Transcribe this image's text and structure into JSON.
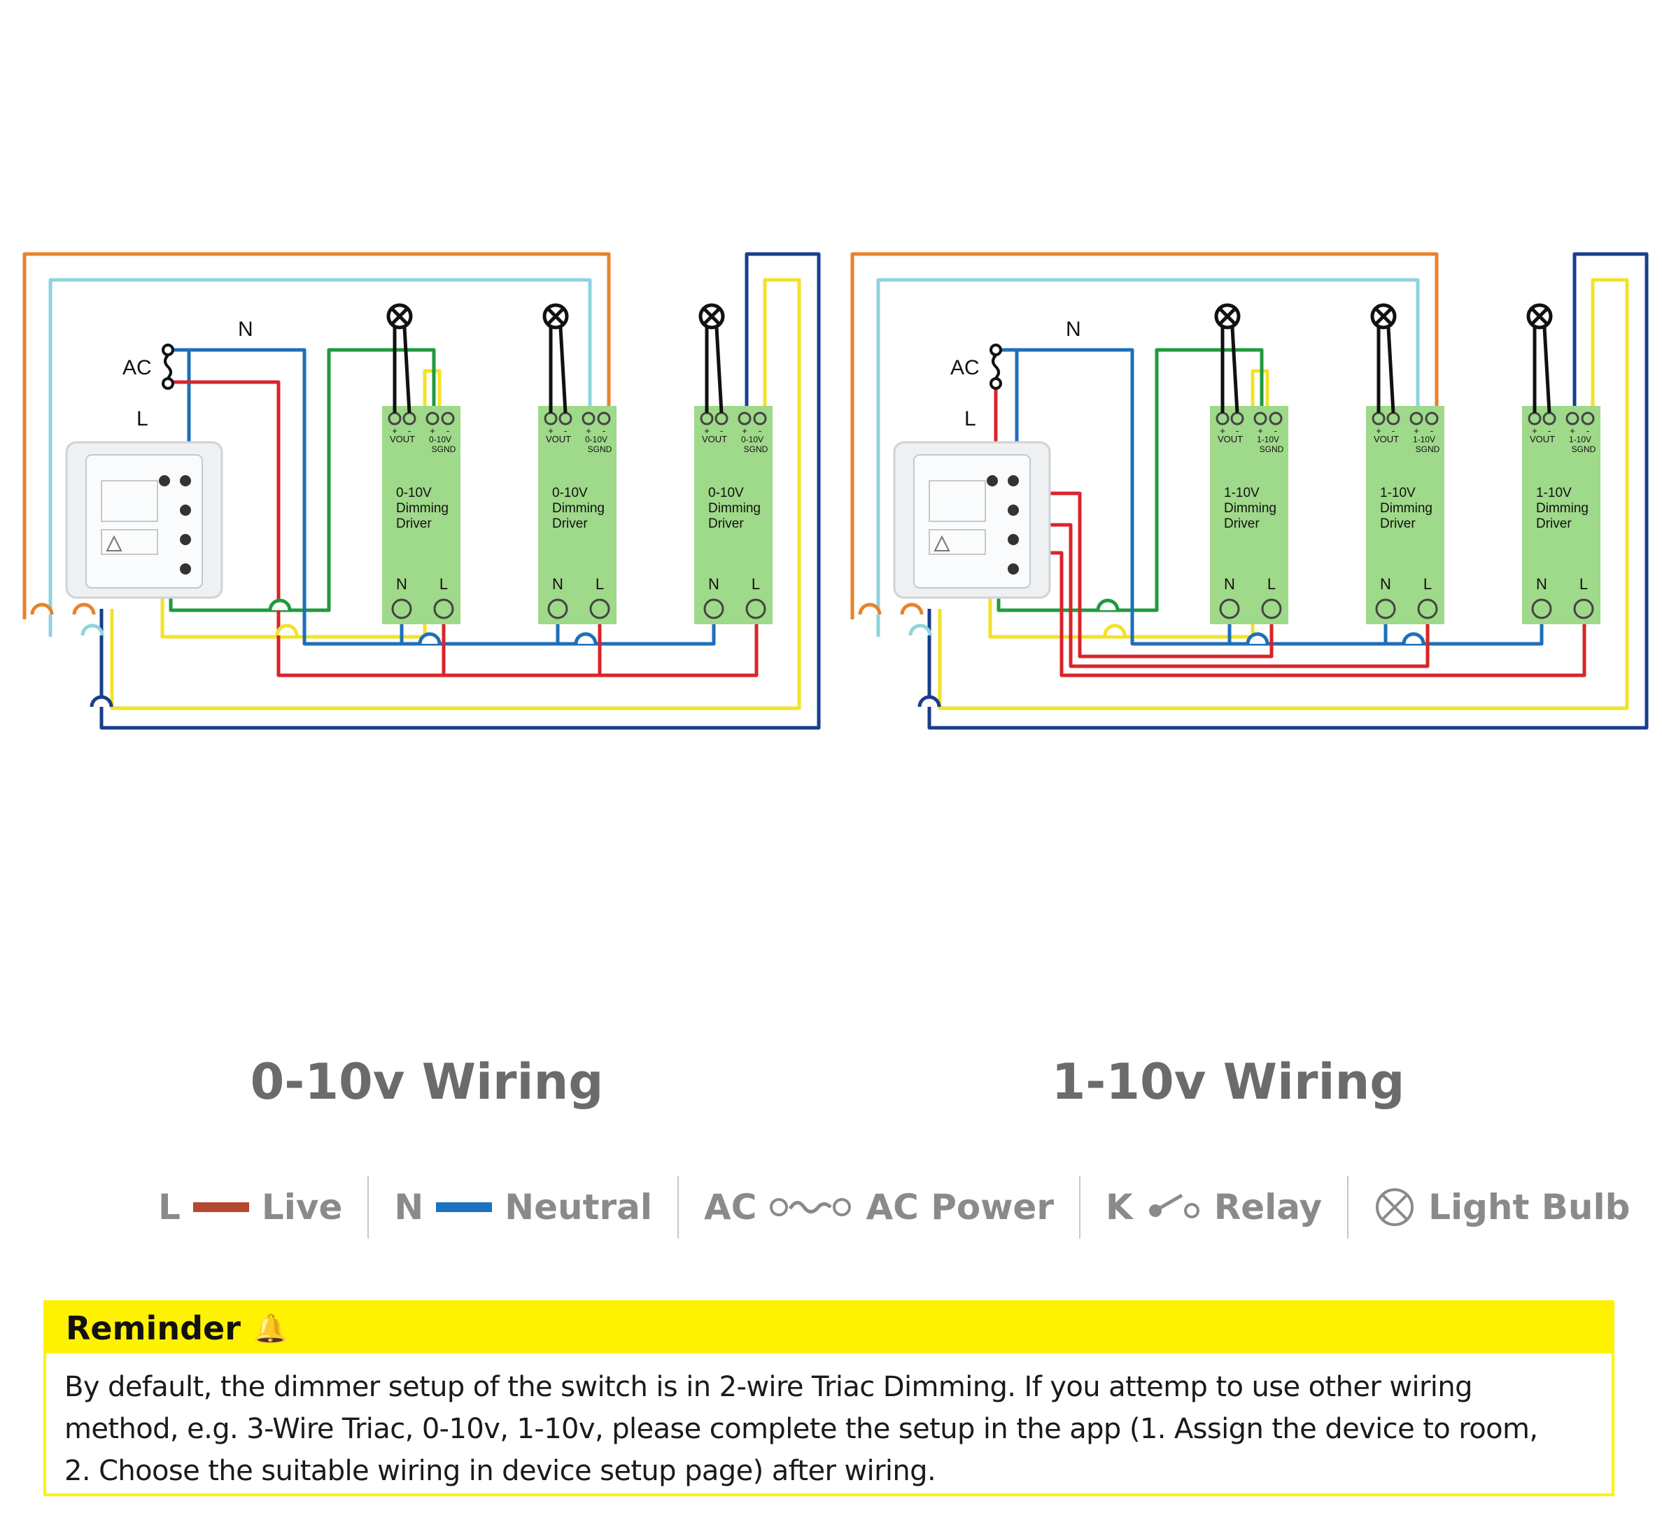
{
  "colors": {
    "live": "#d9242b",
    "neutral": "#1f6fb8",
    "orange": "#e8822a",
    "light_blue": "#8fd3df",
    "green": "#1f9a3e",
    "yellow": "#f2e22a",
    "navy": "#1a3e8c",
    "driver_fill": "#9fd98a",
    "legend_live": "#b4472f",
    "legend_neutral": "#1b73bd",
    "reminder_yellow": "#fff200"
  },
  "labels": {
    "ac": "AC",
    "n": "N",
    "l": "L"
  },
  "drivers_left": {
    "name_line1": "0-10V",
    "name_line2": "Dimming",
    "name_line3": "Driver",
    "vout": "VOUT",
    "ctrl": "0-10V",
    "sgnd": "SGND",
    "plus": "+",
    "minus": "-",
    "n": "N",
    "l": "L"
  },
  "drivers_right": {
    "name_line1": "1-10V",
    "name_line2": "Dimming",
    "name_line3": "Driver",
    "vout": "VOUT",
    "ctrl": "1-10V",
    "sgnd": "SGND",
    "plus": "+",
    "minus": "-",
    "n": "N",
    "l": "L"
  },
  "titles": {
    "left": "0-10v Wiring",
    "right": "1-10v Wiring"
  },
  "legend": [
    {
      "symbol": "L",
      "icon": "live-line",
      "name": "Live"
    },
    {
      "symbol": "N",
      "icon": "neutral-line",
      "name": "Neutral"
    },
    {
      "symbol": "AC",
      "icon": "ac-power-icon",
      "name": "AC Power"
    },
    {
      "symbol": "K",
      "icon": "relay-icon",
      "name": "Relay"
    },
    {
      "symbol": "",
      "icon": "light-bulb-icon",
      "name": "Light Bulb"
    }
  ],
  "reminder": {
    "title": "Reminder",
    "icon": "bell-icon",
    "line1": "By default, the dimmer setup of the switch is in 2-wire Triac Dimming. If you attemp to use other wiring",
    "line2": "method, e.g. 3-Wire Triac, 0-10v, 1-10v, please complete the setup in the app (1. Assign the device to room,",
    "line3": "2. Choose the suitable wiring in device setup page) after wiring."
  }
}
